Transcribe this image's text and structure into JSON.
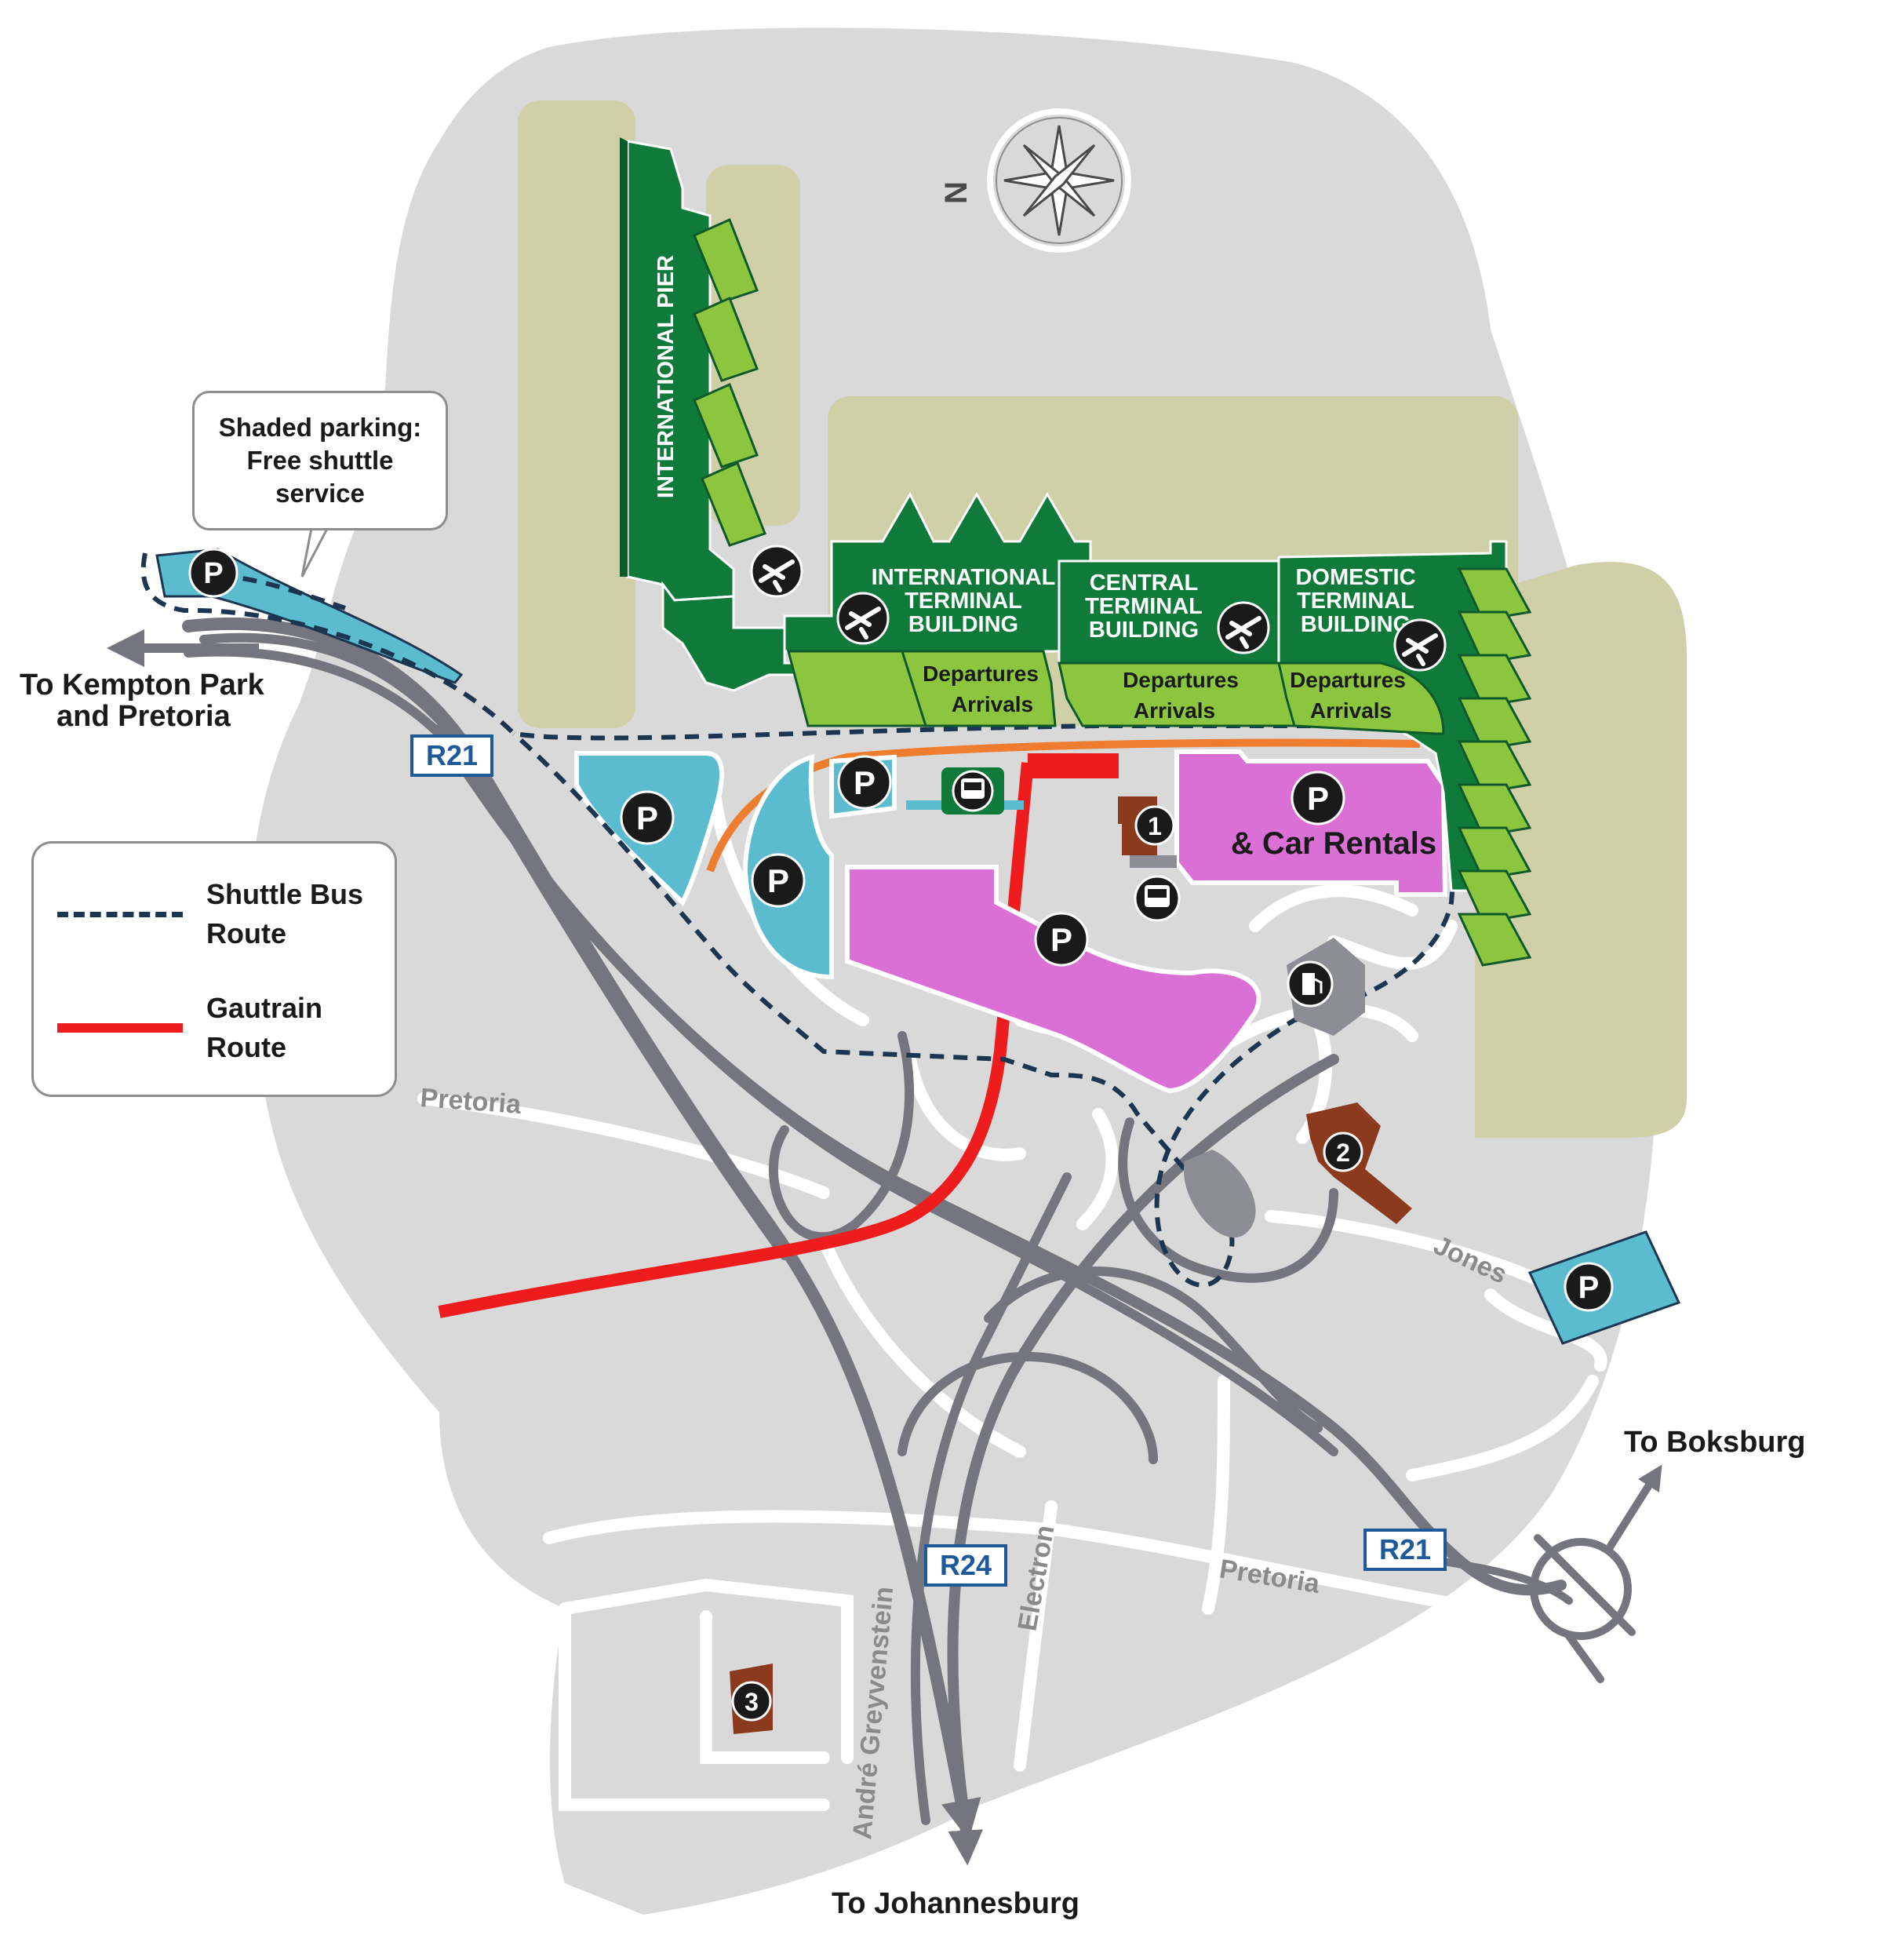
{
  "terminals": {
    "international_pier": "INTERNATIONAL PIER",
    "international_building": [
      "INTERNATIONAL",
      "TERMINAL",
      "BUILDING"
    ],
    "central_building": [
      "CENTRAL",
      "TERMINAL",
      "BUILDING"
    ],
    "domestic_building": [
      "DOMESTIC",
      "TERMINAL",
      "BUILDING"
    ],
    "departures": "Departures",
    "arrivals": "Arrivals"
  },
  "parking": {
    "symbol": "P",
    "car_rentals": "& Car Rentals"
  },
  "callout": {
    "line1": "Shaded parking:",
    "line2": "Free shuttle",
    "line3": "service"
  },
  "legend": {
    "shuttle_line1": "Shuttle Bus",
    "shuttle_line2": "Route",
    "gautrain_line1": "Gautrain",
    "gautrain_line2": "Route"
  },
  "destinations": {
    "kempton_line1": "To Kempton Park",
    "kempton_line2": "and Pretoria",
    "boksburg": "To Boksburg",
    "johannesburg": "To Johannesburg"
  },
  "road_shields": {
    "r21": "R21",
    "r24": "R24"
  },
  "streets": {
    "pretoria": "Pretoria",
    "jones": "Jones",
    "electron": "Electron",
    "andre_greyvenstein": "André Greyvenstein"
  },
  "markers": {
    "one": "1",
    "two": "2",
    "three": "3"
  },
  "compass": {
    "north": "N"
  },
  "colors": {
    "land": "#d9d9d9",
    "airfield": "#cfcfa8",
    "terminal_dark": "#0f7a3a",
    "terminal_light": "#8cc63f",
    "parking_blue": "#5bbccf",
    "parking_pink": "#da70d6",
    "highway": "#757580",
    "gautrain": "#ee1c1c",
    "shuttle": "#1c3550",
    "orange_route": "#ee7d2f",
    "building_brown": "#8b3a1e"
  }
}
